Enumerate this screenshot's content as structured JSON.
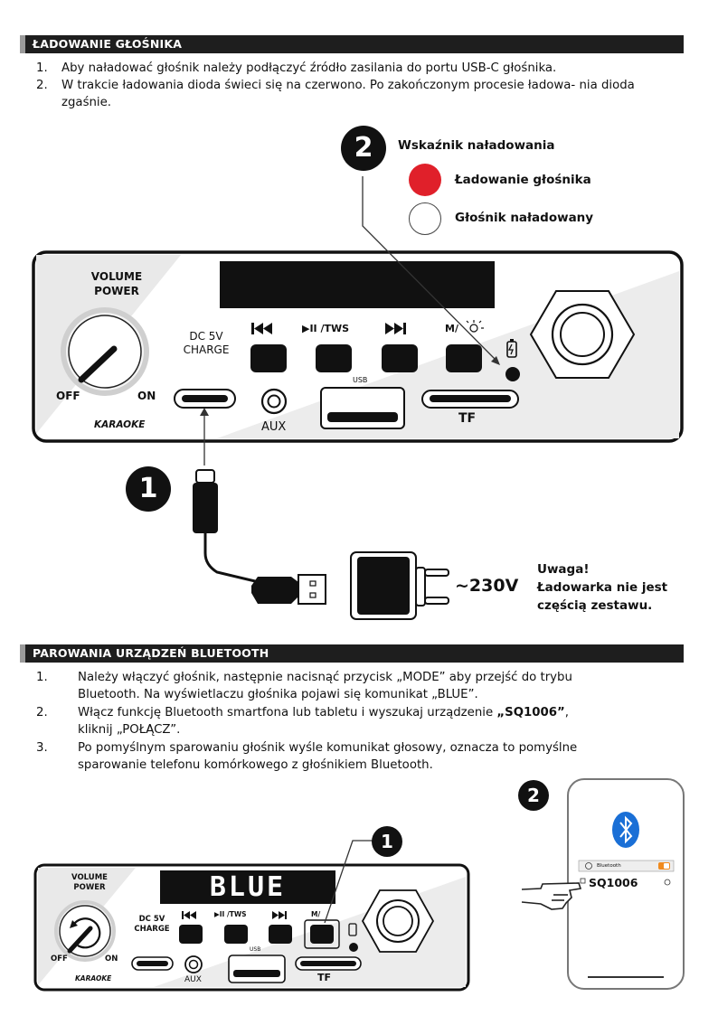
{
  "section1": {
    "title": "ŁADOWANIE GŁOŚNIKA",
    "items": [
      {
        "num": "1.",
        "text": "Aby naładować głośnik należy podłączyć źródło zasilania do portu USB-C głośnika."
      },
      {
        "num": "2.",
        "text": "W trakcie ładowania dioda świeci się na czerwono. Po zakończonym procesie ładowa- nia dioda zgaśnie."
      }
    ]
  },
  "indicator": {
    "step": "2",
    "title": "Wskaźnik naładowania",
    "charging": "Ładowanie głośnika",
    "charged": "Głośnik naładowany",
    "charging_color": "#e0202a"
  },
  "panel1": {
    "volume": "VOLUME",
    "power": "POWER",
    "off": "OFF",
    "on": "ON",
    "karaoke": "KARAOKE",
    "dc": "DC 5V",
    "charge": "CHARGE",
    "tws": "▶II /TWS",
    "mode": "M/",
    "usb": "USB",
    "aux": "AUX",
    "tf": "TF"
  },
  "cable": {
    "step": "1",
    "voltage": "~230V",
    "note_title": "Uwaga!",
    "note_line1": "Ładowarka nie jest",
    "note_line2": "częścią zestawu."
  },
  "section2": {
    "title": "PAROWANIA URZĄDZEŃ BLUETOOTH",
    "items": [
      {
        "num": "1.",
        "line1": "Należy włączyć głośnik, następnie nacisnąć przycisk „MODE” aby przejść do trybu",
        "line2": "Bluetooth. Na wyświetlaczu głośnika pojawi się komunikat „BLUE”."
      },
      {
        "num": "2.",
        "line1a": "Włącz funkcję Bluetooth smartfona lub tabletu i wyszukaj urządzenie ",
        "line1b": "„SQ1006”",
        "line1c": ",",
        "line2": "kliknij „POŁĄCZ”."
      },
      {
        "num": "3.",
        "line1": "Po pomyślnym sparowaniu głośnik wyśle komunikat głosowy, oznacza to pomyślne",
        "line2": "sparowanie telefonu komórkowego z głośnikiem Bluetooth."
      }
    ]
  },
  "panel2": {
    "display": "BLUE",
    "step": "1",
    "volume": "VOLUME",
    "power": "POWER",
    "off": "OFF",
    "on": "ON",
    "karaoke": "KARAOKE",
    "dc": "DC 5V",
    "charge": "CHARGE",
    "tws": "▶II /TWS",
    "mode": "M/",
    "usb": "USB",
    "aux": "AUX",
    "tf": "TF"
  },
  "phone": {
    "step": "2",
    "bt_row": "Bluetooth",
    "device": "SQ1006",
    "accent": "#1a6fd6"
  }
}
